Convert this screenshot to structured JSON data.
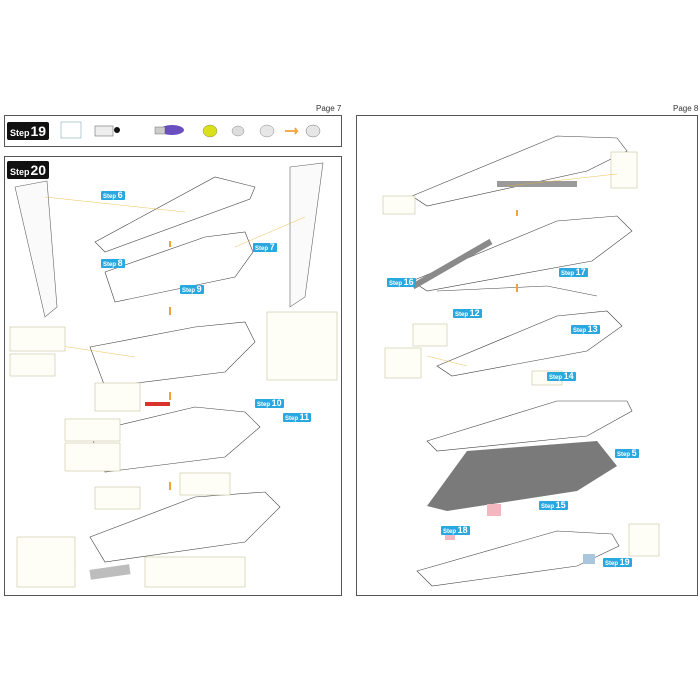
{
  "pages": {
    "left": {
      "number": "Page 7"
    },
    "right": {
      "number": "Page 8"
    }
  },
  "steps": {
    "step19": {
      "word": "Step",
      "number": "19"
    },
    "step20": {
      "word": "Step",
      "number": "20"
    }
  },
  "callouts": [
    {
      "id": "c6",
      "text": "6"
    },
    {
      "id": "c7",
      "text": "7"
    },
    {
      "id": "c8",
      "text": "8"
    },
    {
      "id": "c9",
      "text": "9"
    },
    {
      "id": "c10",
      "text": "10"
    },
    {
      "id": "c11",
      "text": "11"
    },
    {
      "id": "c12",
      "text": "12"
    },
    {
      "id": "c13",
      "text": "13"
    },
    {
      "id": "c14",
      "text": "14"
    },
    {
      "id": "c5",
      "text": "5"
    },
    {
      "id": "c15",
      "text": "15"
    },
    {
      "id": "c16",
      "text": "16"
    },
    {
      "id": "c17",
      "text": "17"
    },
    {
      "id": "c18",
      "text": "18"
    },
    {
      "id": "c19",
      "text": "19"
    }
  ],
  "colors": {
    "callout": "#29a8df",
    "fold_line": "#e8b030",
    "accent_red": "#d8342c",
    "accent_purple": "#6a4fbf",
    "accent_yellow": "#d9e01a",
    "grey_panel": "#7a7a7a",
    "pink_part": "#f3b8bf",
    "blue_part": "#a9c6dd",
    "arrow_orange": "#f2a23a"
  }
}
